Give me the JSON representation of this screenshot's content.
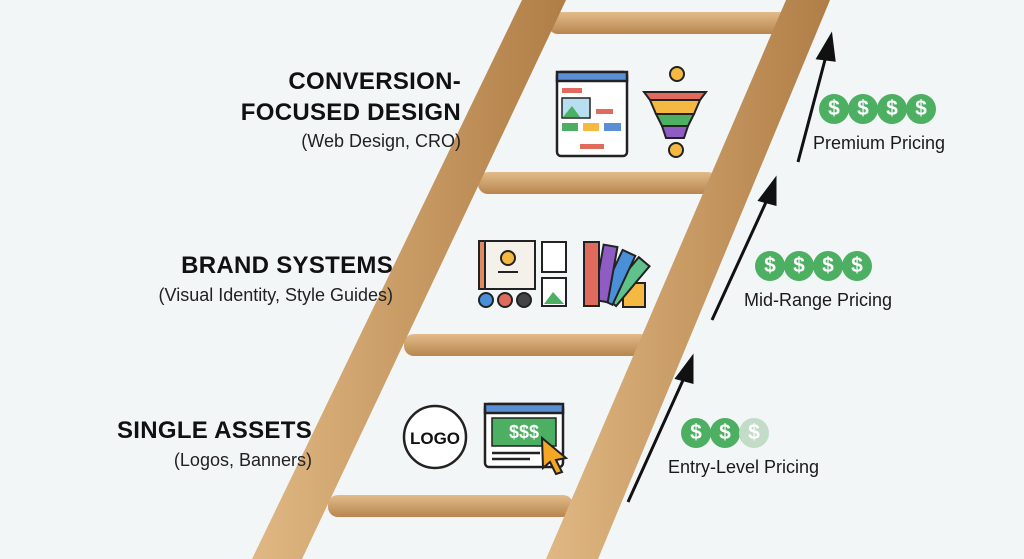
{
  "tiers": [
    {
      "title_line1": "CONVERSION-",
      "title_line2": "FOCUSED DESIGN",
      "subtitle": "(Web Design, CRO)",
      "pricing": "Premium Pricing",
      "coins": [
        "$",
        "$",
        "$",
        "$"
      ],
      "coins_active": 4
    },
    {
      "title": "BRAND SYSTEMS",
      "subtitle": "(Visual Identity, Style Guides)",
      "pricing": "Mid-Range Pricing",
      "coins": [
        "$",
        "$",
        "$",
        "$"
      ],
      "coins_active": 4
    },
    {
      "title": "SINGLE ASSETS",
      "subtitle": "(Logos, Banners)",
      "pricing": "Entry-Level Pricing",
      "coins": [
        "$",
        "$",
        "$"
      ],
      "coins_active": 2
    }
  ],
  "icons": {
    "logo_text": "LOGO",
    "banner_text": "$$$"
  },
  "colors": {
    "wood": "#d2a673",
    "wood_dark": "#b5834e",
    "coin": "#4caf62",
    "coin_faded": "#c3dcc7"
  }
}
